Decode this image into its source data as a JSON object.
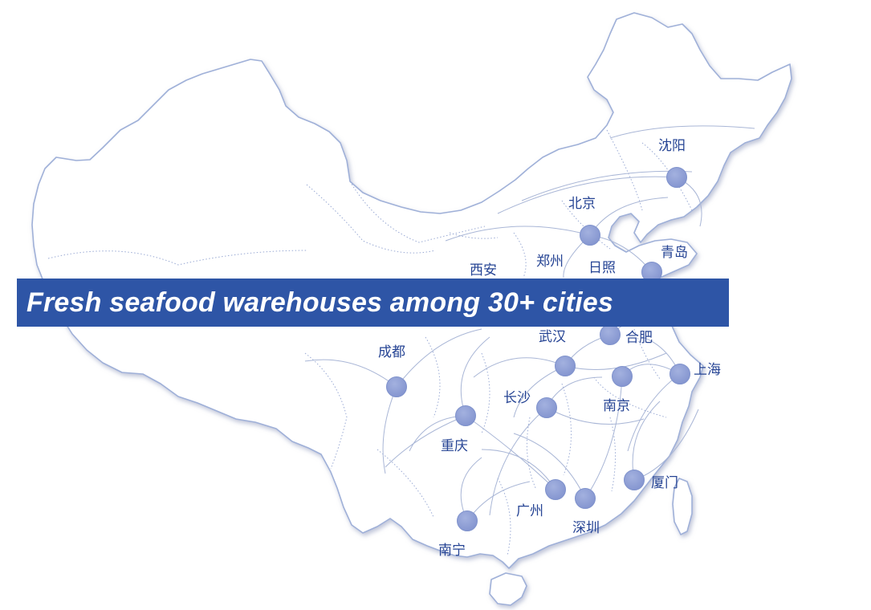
{
  "banner": {
    "text": "Fresh seafood warehouses among 30+ cities"
  },
  "colors": {
    "banner": "#2e55a6",
    "marker": "#8c9dd4",
    "label": "#264494",
    "outline": "#9fb0d8",
    "route": "#a9b6d6"
  },
  "cities": [
    {
      "name": "沈阳"
    },
    {
      "name": "北京"
    },
    {
      "name": "青岛"
    },
    {
      "name": "日照"
    },
    {
      "name": "郑州"
    },
    {
      "name": "西安"
    },
    {
      "name": "成都"
    },
    {
      "name": "武汉"
    },
    {
      "name": "合肥"
    },
    {
      "name": "上海"
    },
    {
      "name": "南京"
    },
    {
      "name": "长沙"
    },
    {
      "name": "重庆"
    },
    {
      "name": "厦门"
    },
    {
      "name": "广州"
    },
    {
      "name": "深圳"
    },
    {
      "name": "南宁"
    }
  ]
}
